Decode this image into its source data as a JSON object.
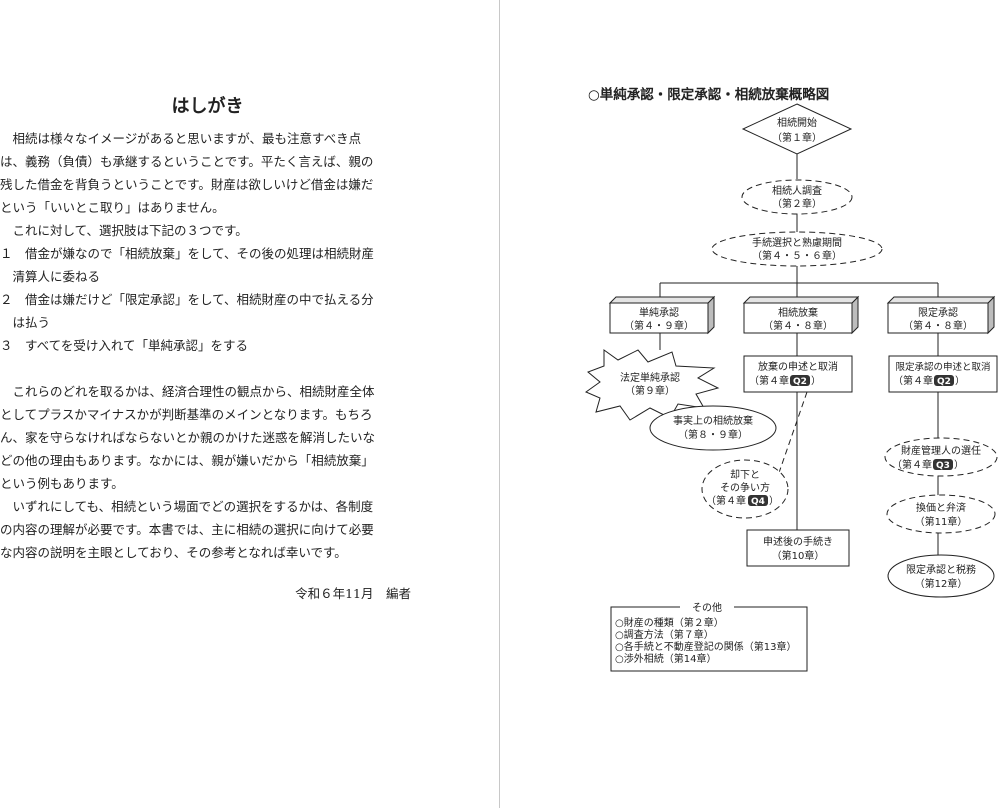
{
  "left_page": {
    "title": "はしがき",
    "lines": [
      "　相続は様々なイメージがあると思いますが、最も注意すべき点",
      "は、義務（負債）も承継するということです。平たく言えば、親の",
      "残した借金を背負うということです。財産は欲しいけど借金は嫌だ",
      "という「いいとこ取り」はありません。",
      "　これに対して、選択肢は下記の３つです。",
      "１　借金が嫌なので「相続放棄」をして、その後の処理は相続財産",
      "　清算人に委ねる",
      "２　借金は嫌だけど「限定承認」をして、相続財産の中で払える分",
      "　は払う",
      "３　すべてを受け入れて「単純承認」をする",
      "",
      "　これらのどれを取るかは、経済合理性の観点から、相続財産全体",
      "としてプラスかマイナスかが判断基準のメインとなります。もちろ",
      "ん、家を守らなければならないとか親のかけた迷惑を解消したいな",
      "どの他の理由もあります。なかには、親が嫌いだから「相続放棄」",
      "という例もあります。",
      "　いずれにしても、相続という場面でどの選択をするかは、各制度",
      "の内容の理解が必要です。本書では、主に相続の選択に向けて必要",
      "な内容の説明を主眼としており、その参考となれば幸いです。"
    ],
    "signature": "令和６年11月　編者"
  },
  "right_page": {
    "chart_title": "○単純承認・限定承認・相続放棄概略図",
    "start": {
      "label": "相続開始",
      "chapter": "（第１章）"
    },
    "survey": {
      "label": "相続人調査",
      "chapter": "（第２章）"
    },
    "period": {
      "label": "手続選択と熟慮期間",
      "chapter": "（第４・５・６章）"
    },
    "simple": {
      "label": "単純承認",
      "chapter": "（第４・９章）"
    },
    "renounce": {
      "label": "相続放棄",
      "chapter": "（第４・８章）"
    },
    "limited": {
      "label": "限定承認",
      "chapter": "（第４・８章）"
    },
    "legal_simple": {
      "label": "法定単純承認",
      "chapter": "（第９章）"
    },
    "de_facto": {
      "label": "事実上の相続放棄",
      "chapter": "（第８・９章）"
    },
    "renounce_filing": {
      "label": "放棄の申述と取消",
      "chapter": "（第４章",
      "badge": "Q2",
      "close": "）"
    },
    "rejection": {
      "label1": "却下と",
      "label2": "その争い方",
      "chapter": "（第４章",
      "badge": "Q4",
      "close": "）"
    },
    "after_filing": {
      "label": "申述後の手続き",
      "chapter": "（第10章）"
    },
    "limited_filing": {
      "label": "限定承認の申述と取消",
      "chapter": "（第４章",
      "badge": "Q2",
      "close": "）"
    },
    "admin": {
      "label": "財産管理人の選任",
      "chapter": "（第４章",
      "badge": "Q3",
      "close": "）"
    },
    "liquidation": {
      "label": "換価と弁済",
      "chapter": "（第11章）"
    },
    "tax": {
      "label": "限定承認と税務",
      "chapter": "（第12章）"
    },
    "other": {
      "heading": "その他",
      "items": [
        "○財産の種類（第２章）",
        "○調査方法（第７章）",
        "○各手続と不動産登記の関係（第13章）",
        "○渉外相続（第14章）"
      ]
    }
  }
}
